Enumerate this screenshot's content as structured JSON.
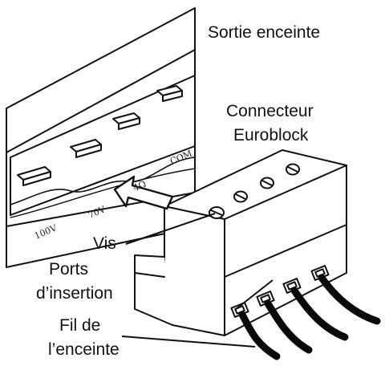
{
  "labels": {
    "speaker_output": "Sortie enceinte",
    "connector_line1": "Connecteur",
    "connector_line2": "Euroblock",
    "screw": "Vis",
    "ports_line1": "Ports",
    "ports_line2": "d’insertion",
    "wire_line1": "Fil de",
    "wire_line2": "l’enceinte"
  },
  "panel_markings": {
    "t100v": "100V",
    "t70v": "70V",
    "t4ohm": "4Ω",
    "com": "COM"
  },
  "colors": {
    "ink": "#111111",
    "wire": "#0a0a0a",
    "background": "#ffffff"
  }
}
